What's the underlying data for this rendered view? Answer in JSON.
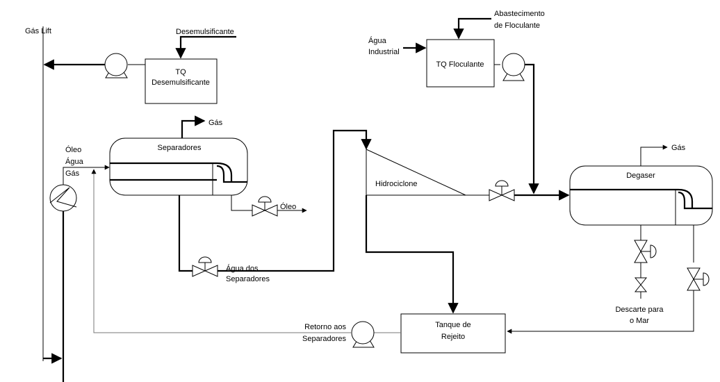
{
  "labels": {
    "gas_lift": "Gás Lift",
    "desemulsificante": "Desemulsificante",
    "tq_desemulsificante_1": "TQ",
    "tq_desemulsificante_2": "Desemulsificante",
    "oleo_in": "Óleo",
    "agua_in": "Água",
    "gas_in": "Gás",
    "separadores": "Separadores",
    "gas_separadores": "Gás",
    "oleo_out": "Óleo",
    "agua_separadores_1": "Água dos",
    "agua_separadores_2": "Separadores",
    "agua_industrial_1": "Água",
    "agua_industrial_2": "Industrial",
    "abastecimento_1": "Abastecimento",
    "abastecimento_2": "de Floculante",
    "tq_floculante": "TQ Floculante",
    "hidrociclone": "Hidrociclone",
    "degaser": "Degaser",
    "gas_degaser": "Gás",
    "descarte_1": "Descarte para",
    "descarte_2": "o Mar",
    "tanque_rejeito_1": "Tanque de",
    "tanque_rejeito_2": "Rejeito",
    "retorno_1": "Retorno aos",
    "retorno_2": "Separadores"
  }
}
